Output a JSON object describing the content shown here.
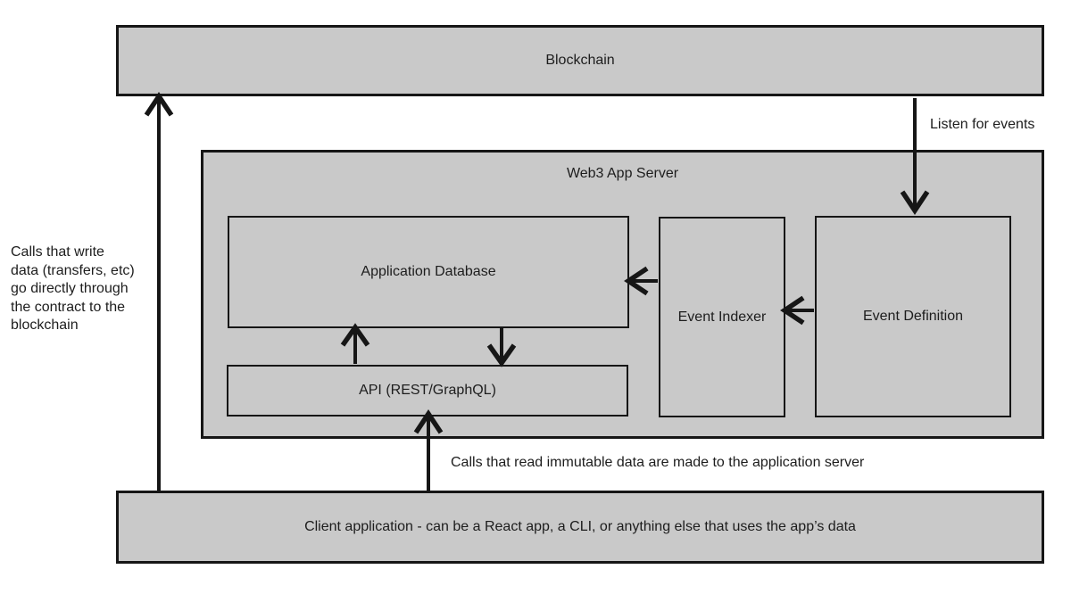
{
  "diagram": {
    "blockchain_label": "Blockchain",
    "web3_server_label": "Web3 App Server",
    "application_database_label": "Application Database",
    "api_label": "API (REST/GraphQL)",
    "event_indexer_label": "Event Indexer",
    "event_definition_label": "Event Definition",
    "client_label": "Client application - can be a React app, a CLI, or anything else that uses the app’s data",
    "listen_for_events_label": "Listen for events",
    "read_calls_label": "Calls that read immutable data are made to the application server",
    "write_calls_note": {
      "lines": [
        "Calls that write",
        "data (transfers, etc)",
        "go directly through",
        "the contract to the",
        "blockchain"
      ]
    },
    "arrows": [
      "client-to-blockchain",
      "blockchain-to-event-definition",
      "event-definition-to-event-indexer",
      "event-indexer-to-application-database",
      "api-to-application-database",
      "application-database-to-api",
      "client-to-api"
    ],
    "colors": {
      "background": "#ffffff",
      "box_fill": "#c9c9c9",
      "box_border": "#161616",
      "arrow": "#161616",
      "text": "#1d1d1d"
    }
  }
}
